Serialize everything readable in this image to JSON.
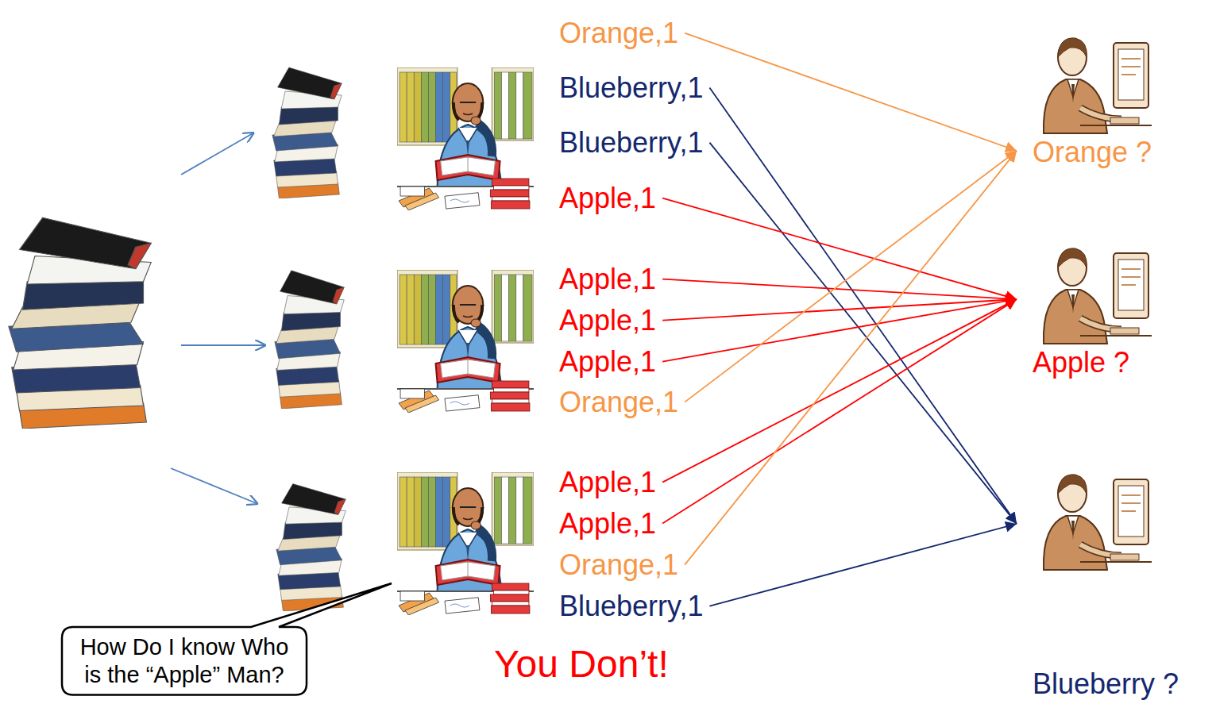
{
  "diagram": {
    "nodes": [
      {
        "text": [
          "Orange,1"
        ]
      },
      {
        "text": [
          "Blueberry,1"
        ]
      },
      {
        "text": [
          "Blueberry,1"
        ]
      },
      {
        "text": [
          "Apple,1"
        ]
      },
      {
        "text": [
          "Apple,1"
        ]
      },
      {
        "text": [
          "Apple,1"
        ]
      },
      {
        "text": [
          "Apple,1"
        ]
      },
      {
        "text": [
          "Orange,1"
        ]
      },
      {
        "text": [
          "Apple,1"
        ]
      },
      {
        "text": [
          "Apple,1"
        ]
      },
      {
        "text": [
          "Orange,1"
        ]
      },
      {
        "text": [
          "Blueberry,1"
        ]
      },
      {
        "text": [
          "Orange ?"
        ]
      },
      {
        "text": [
          "Apple ?"
        ]
      },
      {
        "text": [
          "Blueberry ?"
        ]
      },
      {
        "text": [
          "How Do I know Who is the “Apple” Man?"
        ]
      }
    ],
    "edges": [
      {
        "from": 0,
        "to": 12,
        "arrow": "to"
      },
      {
        "from": 1,
        "to": 14,
        "arrow": "to"
      },
      {
        "from": 2,
        "to": 14,
        "arrow": "to"
      },
      {
        "from": 3,
        "to": 13,
        "arrow": "to"
      },
      {
        "from": 4,
        "to": 13,
        "arrow": "to"
      },
      {
        "from": 5,
        "to": 13,
        "arrow": "to"
      },
      {
        "from": 6,
        "to": 13,
        "arrow": "to"
      },
      {
        "from": 7,
        "to": 12,
        "arrow": "to"
      },
      {
        "from": 8,
        "to": 13,
        "arrow": "to"
      },
      {
        "from": 9,
        "to": 13,
        "arrow": "to"
      },
      {
        "from": 10,
        "to": 12,
        "arrow": "to"
      },
      {
        "from": 11,
        "to": 14,
        "arrow": "to"
      }
    ],
    "labels": [
      "You Don’t!"
    ]
  }
}
